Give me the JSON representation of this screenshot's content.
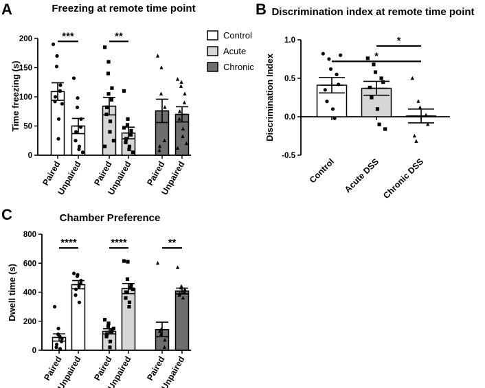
{
  "colors": {
    "control": "#ffffff",
    "acute": "#d6d6d6",
    "chronic": "#6e6e6e",
    "ink": "#000000"
  },
  "chart_data": [
    {
      "panel": "A",
      "type": "bar",
      "title": "Freezing at remote time point",
      "ylabel": "Time freezing (s)",
      "ylim": [
        0,
        200
      ],
      "yticks": [
        0,
        50,
        100,
        150,
        200
      ],
      "legend": [
        "Control",
        "Acute",
        "Chronic"
      ],
      "legend_position": "right",
      "bars": [
        {
          "label": "Paired",
          "group": "Control",
          "value": 109,
          "sem": 15,
          "marker": "circle",
          "points": [
            190,
            170,
            152,
            120,
            110,
            100,
            92,
            62,
            28,
            88
          ]
        },
        {
          "label": "Unpaired",
          "group": "Control",
          "value": 50,
          "sem": 13,
          "marker": "circle",
          "points": [
            132,
            98,
            82,
            62,
            48,
            40,
            25,
            15,
            10,
            5
          ]
        },
        {
          "label": "Paired",
          "group": "Acute",
          "value": 84,
          "sem": 15,
          "marker": "square",
          "points": [
            185,
            160,
            140,
            115,
            95,
            82,
            70,
            58,
            40,
            25,
            15,
            105
          ]
        },
        {
          "label": "Unpaired",
          "group": "Acute",
          "value": 38,
          "sem": 10,
          "marker": "square",
          "points": [
            110,
            62,
            52,
            42,
            35,
            28,
            22,
            15,
            10,
            5,
            47
          ]
        },
        {
          "label": "Paired",
          "group": "Chronic",
          "value": 76,
          "sem": 20,
          "marker": "triangle",
          "points": [
            170,
            150,
            105,
            82,
            25,
            15,
            8
          ]
        },
        {
          "label": "Unpaired",
          "group": "Chronic",
          "value": 70,
          "sem": 13,
          "marker": "triangle",
          "points": [
            130,
            125,
            118,
            105,
            90,
            75,
            62,
            45,
            32,
            20,
            12
          ]
        }
      ],
      "significance": [
        {
          "bars": [
            0,
            1
          ],
          "label": "***",
          "y": 195
        },
        {
          "bars": [
            2,
            3
          ],
          "label": "**",
          "y": 195
        }
      ]
    },
    {
      "panel": "B",
      "type": "bar",
      "title": "Discrimination index at remote time point",
      "ylabel": "Discrimination Index",
      "ylim": [
        -0.5,
        1.0
      ],
      "yticks": [
        -0.5,
        0.0,
        0.5,
        1.0
      ],
      "bars": [
        {
          "label": "Control",
          "value": 0.41,
          "sem": 0.1,
          "color": "control",
          "marker": "circle",
          "points": [
            0.82,
            0.75,
            0.62,
            0.55,
            0.42,
            0.35,
            0.2,
            0.1,
            -0.02,
            0.8
          ]
        },
        {
          "label": "Acute DSS",
          "value": 0.37,
          "sem": 0.09,
          "color": "acute",
          "marker": "square",
          "points": [
            0.76,
            0.68,
            0.58,
            0.5,
            0.45,
            0.38,
            0.25,
            0.1,
            -0.1,
            -0.16
          ]
        },
        {
          "label": "Chronic DSS",
          "value": 0.01,
          "sem": 0.09,
          "color": "control",
          "marker": "triangle",
          "points": [
            0.5,
            0.2,
            0.12,
            0.02,
            -0.1,
            -0.25,
            -0.32
          ]
        }
      ],
      "significance": [
        {
          "bars": [
            1,
            2
          ],
          "label": "*",
          "y": 0.92
        },
        {
          "bars": [
            0,
            2
          ],
          "label": "*",
          "y": 0.72
        }
      ]
    },
    {
      "panel": "C",
      "type": "bar",
      "title": "Chamber Preference",
      "ylabel": "Dwell time (s)",
      "ylim": [
        0,
        800
      ],
      "yticks": [
        0,
        200,
        400,
        600,
        800
      ],
      "bars": [
        {
          "label": "Paired",
          "group": "Control",
          "value": 88,
          "sem": 25,
          "marker": "circle",
          "points": [
            300,
            150,
            110,
            80,
            60,
            40,
            20,
            10,
            95
          ]
        },
        {
          "label": "Unpaired",
          "group": "Control",
          "value": 452,
          "sem": 28,
          "marker": "circle",
          "points": [
            530,
            520,
            510,
            480,
            460,
            420,
            380,
            330,
            440
          ]
        },
        {
          "label": "Paired",
          "group": "Acute",
          "value": 130,
          "sem": 18,
          "marker": "square",
          "points": [
            210,
            185,
            165,
            140,
            125,
            110,
            95,
            60,
            20,
            150
          ]
        },
        {
          "label": "Unpaired",
          "group": "Acute",
          "value": 425,
          "sem": 35,
          "marker": "square",
          "points": [
            615,
            610,
            490,
            450,
            430,
            400,
            360,
            330,
            300,
            420
          ]
        },
        {
          "label": "Paired",
          "group": "Chronic",
          "value": 143,
          "sem": 50,
          "marker": "triangle",
          "points": [
            600,
            145,
            110,
            70,
            20,
            130
          ]
        },
        {
          "label": "Unpaired",
          "group": "Chronic",
          "value": 408,
          "sem": 20,
          "marker": "triangle",
          "points": [
            570,
            440,
            430,
            420,
            400,
            390,
            380,
            360
          ]
        }
      ],
      "significance": [
        {
          "bars": [
            0,
            1
          ],
          "label": "****",
          "y": 705
        },
        {
          "bars": [
            2,
            3
          ],
          "label": "****",
          "y": 705
        },
        {
          "bars": [
            4,
            5
          ],
          "label": "**",
          "y": 705
        }
      ]
    }
  ]
}
